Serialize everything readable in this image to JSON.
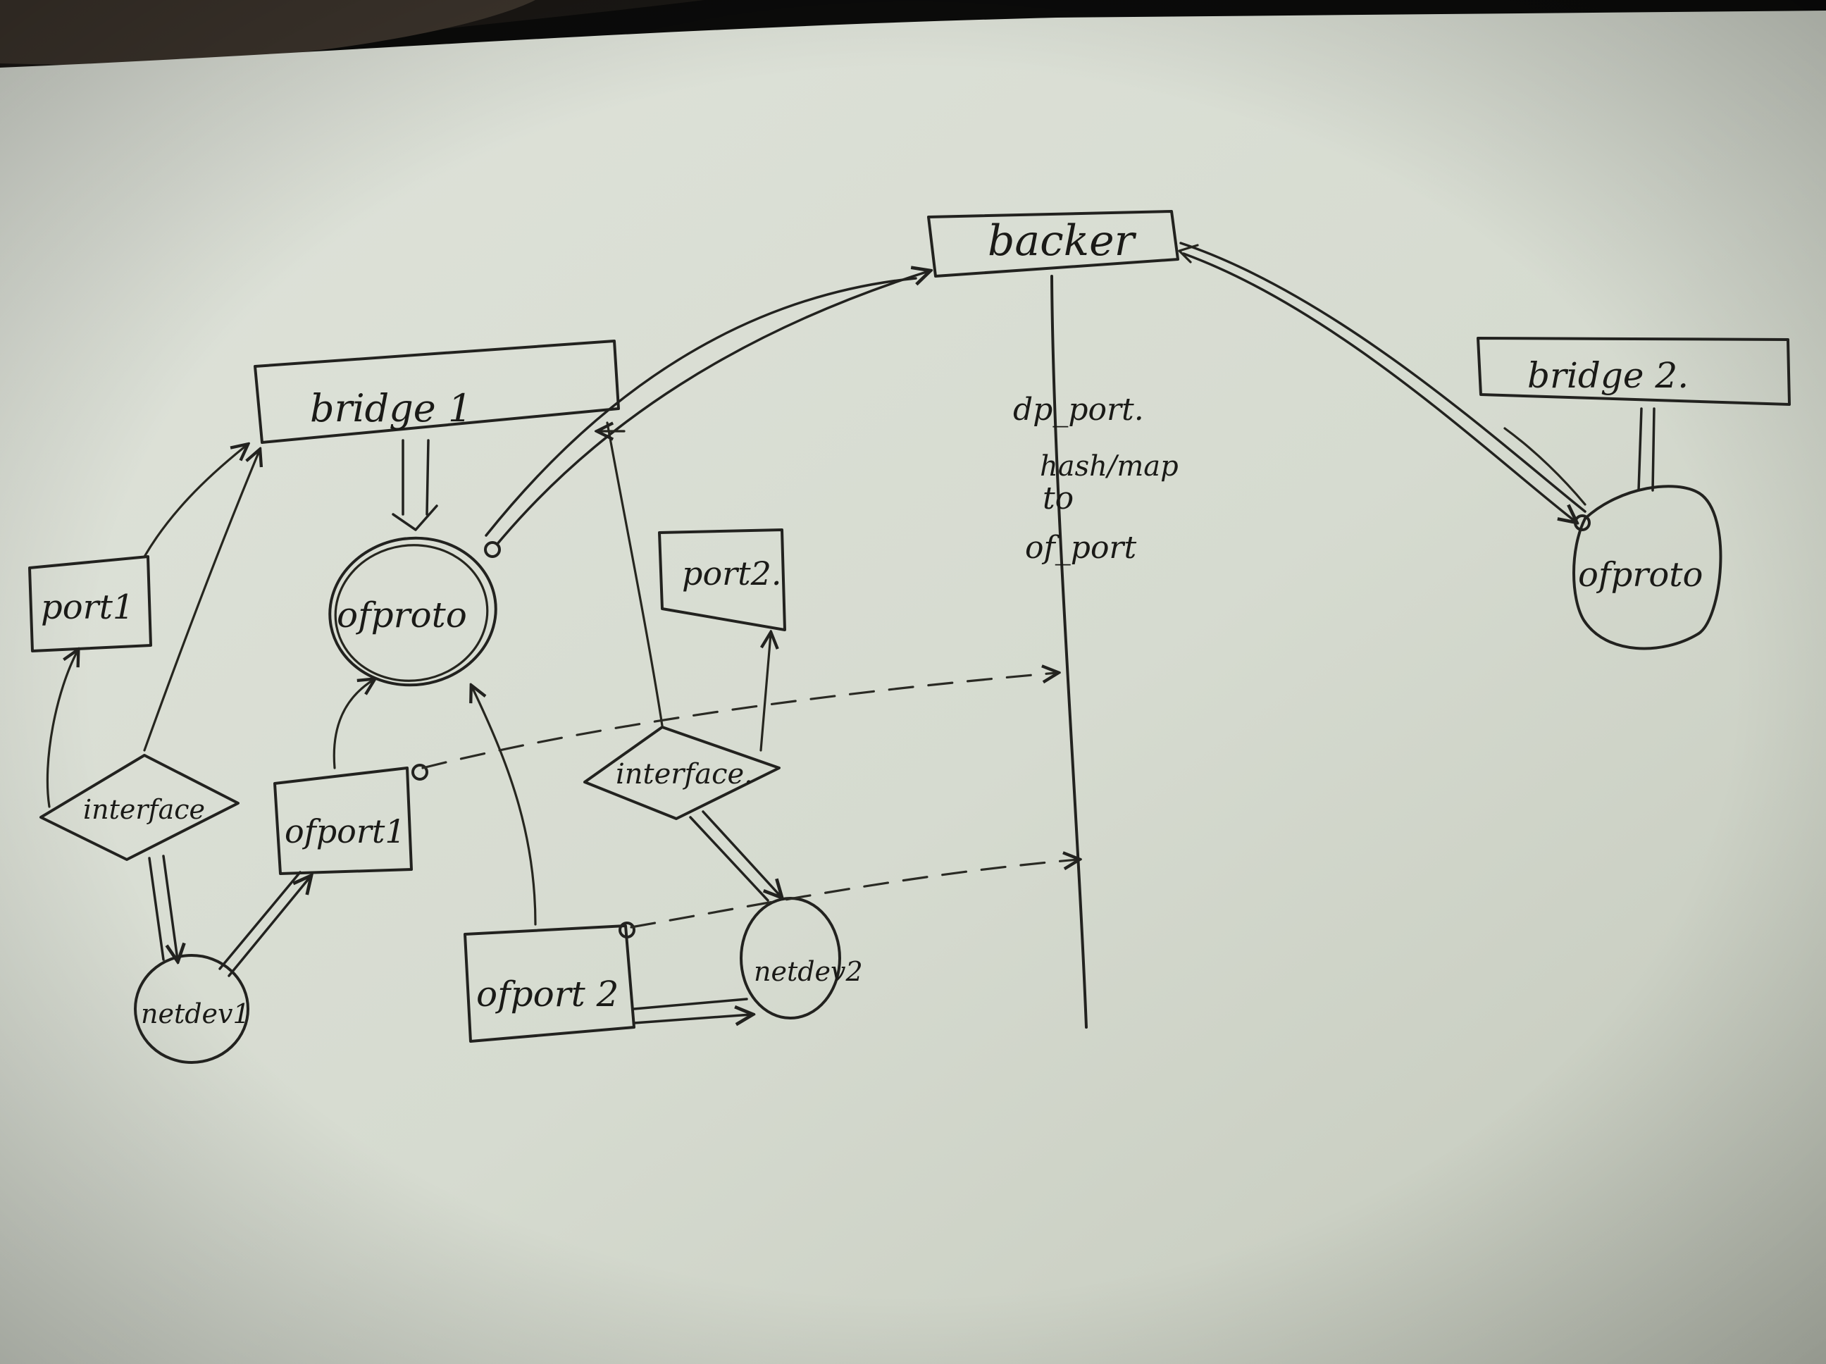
{
  "diagram": {
    "backer": {
      "label": "backer"
    },
    "bridge1": {
      "label": "bridge 1"
    },
    "bridge2": {
      "label": "bridge 2."
    },
    "ofproto_left": {
      "label": "ofproto"
    },
    "ofproto_right": {
      "label": "ofproto"
    },
    "port1": {
      "label": "port1"
    },
    "port2": {
      "label": "port2."
    },
    "interface_left": {
      "label": "interface"
    },
    "interface_mid": {
      "label": "interface."
    },
    "ofport1": {
      "label": "ofport1"
    },
    "ofport2": {
      "label": "ofport 2"
    },
    "netdev1": {
      "label": "netdev1"
    },
    "netdev2": {
      "label": "netdev2"
    },
    "annotation": {
      "line1": "dp_port.",
      "line2": "hash/map",
      "line3": "to",
      "line4": "of_port"
    }
  },
  "colors": {
    "paper": "#d7dcd2",
    "ink": "#22221f",
    "background": "#0b0b0a"
  }
}
